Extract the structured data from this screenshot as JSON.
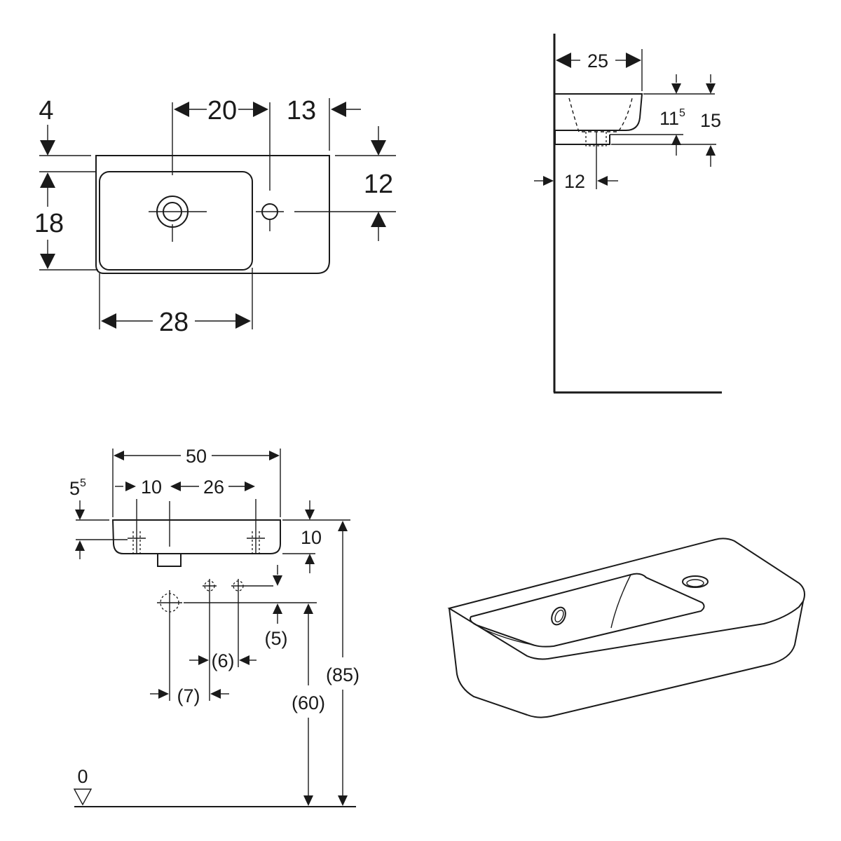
{
  "top_view": {
    "d_4": "4",
    "d_20": "20",
    "d_13": "13",
    "d_12": "12",
    "d_18": "18",
    "d_28": "28"
  },
  "side_view": {
    "d_25": "25",
    "d_11": "11",
    "d_11_sup": "5",
    "d_15": "15",
    "d_12": "12"
  },
  "front_view": {
    "d_50": "50",
    "d_5": "5",
    "d_5_sup": "5",
    "d_10_top": "10",
    "d_26": "26",
    "d_10_right": "10",
    "d_p5": "(5)",
    "d_p6": "(6)",
    "d_p7": "(7)",
    "d_p60": "(60)",
    "d_p85": "(85)",
    "d_0": "0"
  },
  "icons": {
    "arrow": "arrow-icon",
    "floor_level": "floor-level-triangle-icon",
    "crosshair": "crosshair-icon"
  }
}
